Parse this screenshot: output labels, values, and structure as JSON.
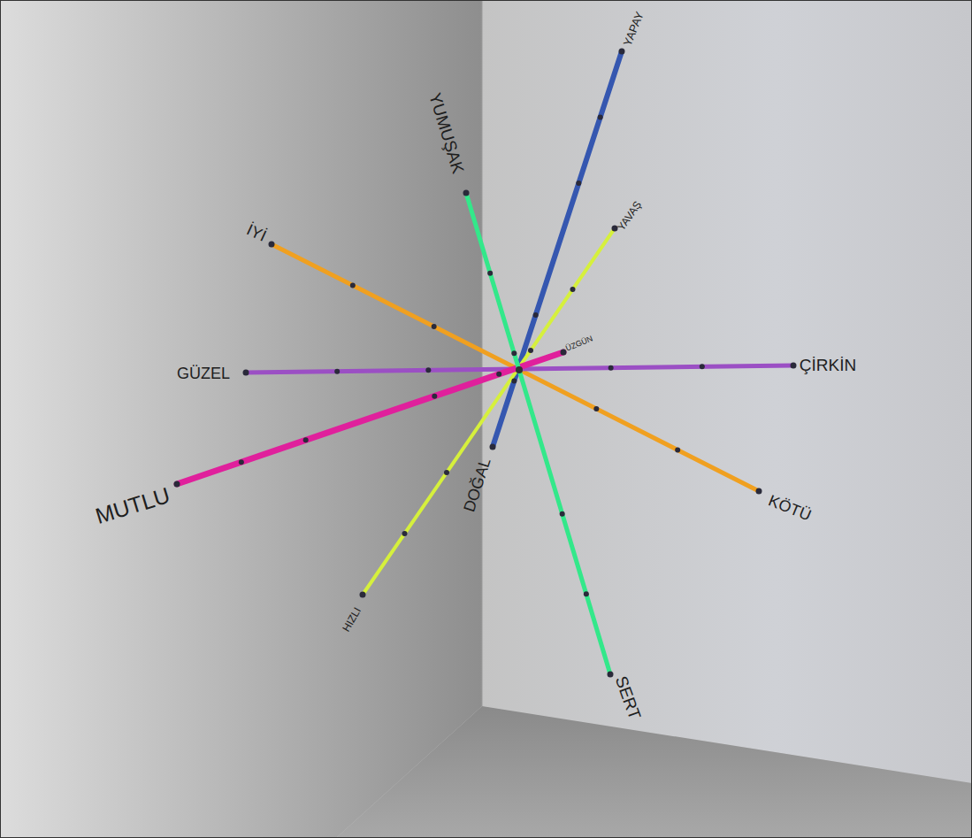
{
  "diagram": {
    "labels": [
      "YAPAY",
      "YUMUŞAK",
      "YAVAŞ",
      "İYİ",
      "ÜZGÜN",
      "GÜZEL",
      "ÇİRKİN",
      "MUTLU",
      "DOĞAL",
      "KÖTÜ",
      "HIZLI",
      "SERT"
    ]
  }
}
